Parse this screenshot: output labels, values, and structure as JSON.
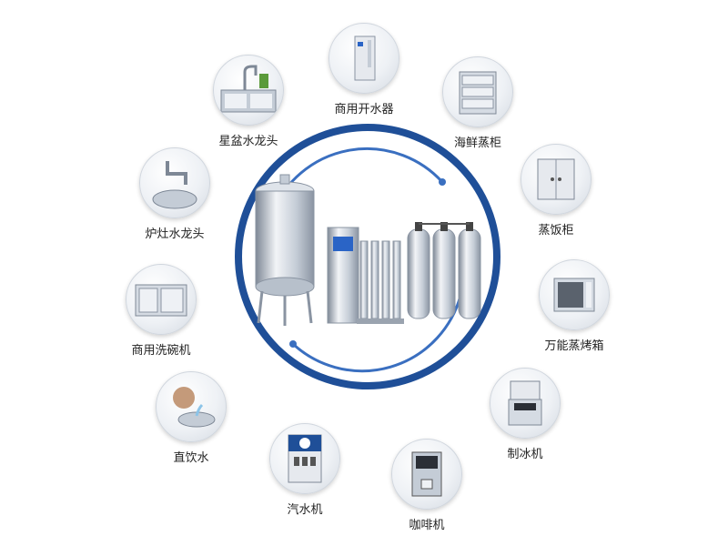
{
  "colors": {
    "ring_outer": "#1f4f98",
    "ring_inner": "#3a6fc0",
    "steel_light": "#f2f4f7",
    "steel_mid": "#c4ccd6",
    "steel_dark": "#7e8896",
    "accent_blue": "#2a64c6"
  },
  "center": {
    "icon": "water-purification-system-icon"
  },
  "appliances": [
    {
      "id": "water-boiler",
      "label": "商用开水器",
      "icon": "water-boiler-icon"
    },
    {
      "id": "seafood-steamer",
      "label": "海鲜蒸柜",
      "icon": "seafood-steamer-icon"
    },
    {
      "id": "rice-steamer",
      "label": "蒸饭柜",
      "icon": "rice-steamer-icon"
    },
    {
      "id": "combi-oven",
      "label": "万能蒸烤箱",
      "icon": "combi-oven-icon"
    },
    {
      "id": "ice-maker",
      "label": "制冰机",
      "icon": "ice-maker-icon"
    },
    {
      "id": "coffee-machine",
      "label": "咖啡机",
      "icon": "coffee-machine-icon"
    },
    {
      "id": "soda-dispenser",
      "label": "汽水机",
      "icon": "soda-dispenser-icon"
    },
    {
      "id": "direct-drinking",
      "label": "直饮水",
      "icon": "direct-drinking-icon"
    },
    {
      "id": "dishwasher",
      "label": "商用洗碗机",
      "icon": "dishwasher-icon"
    },
    {
      "id": "stove-faucet",
      "label": "炉灶水龙头",
      "icon": "stove-faucet-icon"
    },
    {
      "id": "sink-faucet",
      "label": "星盆水龙头",
      "icon": "sink-faucet-icon"
    }
  ]
}
